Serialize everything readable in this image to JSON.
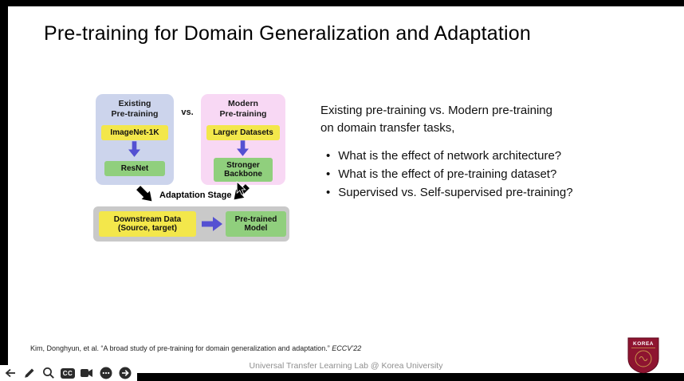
{
  "slide": {
    "title": "Pre-training for Domain Generalization and Adaptation",
    "diagram": {
      "existing_title": "Existing\nPre-training",
      "existing_dataset": "ImageNet-1K",
      "existing_backbone": "ResNet",
      "vs_label": "vs.",
      "modern_title": "Modern\nPre-training",
      "modern_dataset": "Larger Datasets",
      "modern_backbone": "Stronger\nBackbone",
      "adaptation_label": "Adaptation Stage",
      "downstream_data": "Downstream Data\n(Source, target)",
      "pretrained_model": "Pre-trained\nModel"
    },
    "body": {
      "intro": "Existing pre-training vs. Modern pre-training\non domain transfer tasks,",
      "bullet_marker": "•",
      "bullets": [
        "What is the effect of network architecture?",
        "What is the effect of pre-training dataset?",
        "Supervised vs. Self-supervised pre-training?"
      ]
    },
    "citation": {
      "text": "Kim, Donghyun, et al. “A broad study of pre-training for domain generalization and adaptation.” ",
      "venue": "ECCV’22"
    },
    "footer": "Universal Transfer Learning Lab @ Korea University",
    "logo": {
      "text": "KOREA"
    }
  },
  "toolbar": {
    "cc_label": "CC"
  },
  "colors": {
    "existing_box": "#ccd4ec",
    "modern_box": "#f8d8f4",
    "dataset_chip": "#f3e74b",
    "backbone_chip": "#90cf7d",
    "arrow_blue": "#5450d2",
    "downstream_box": "#c9c9c9",
    "logo_red": "#8e1430"
  }
}
